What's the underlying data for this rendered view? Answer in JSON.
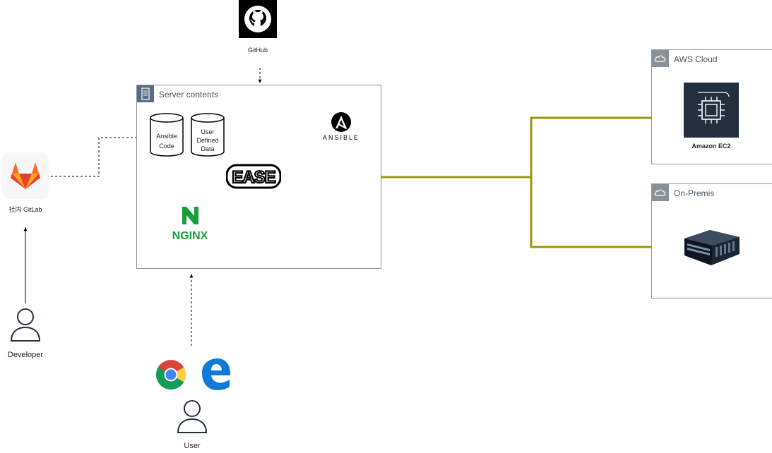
{
  "nodes": {
    "github": {
      "label": "GitHub",
      "icon": "github-icon"
    },
    "gitlab": {
      "label": "社内 GitLab",
      "icon": "gitlab-icon"
    },
    "developer": {
      "label": "Developer",
      "icon": "user-icon"
    },
    "user": {
      "label": "User",
      "icon": "user-icon"
    },
    "ansible_code": {
      "line1": "Ansible",
      "line2": "Code",
      "icon": "database-icon"
    },
    "user_defined_data": {
      "line1": "User",
      "line2": "Defined",
      "line3": "Data",
      "icon": "database-icon"
    },
    "ease": {
      "label": "EASE",
      "icon": "ease-logo"
    },
    "ansible": {
      "label": "ANSIBLE",
      "icon": "ansible-icon"
    },
    "nginx": {
      "label": "NGINX",
      "icon": "nginx-logo"
    },
    "ec2": {
      "label": "Amazon EC2",
      "icon": "ec2-icon"
    },
    "onprem_server": {
      "icon": "server-icon"
    },
    "chrome": {
      "icon": "chrome-icon"
    },
    "edge": {
      "icon": "edge-icon"
    }
  },
  "groups": {
    "server_contents": {
      "title": "Server contents",
      "icon": "server-rack-icon"
    },
    "aws_cloud": {
      "title": "AWS Cloud",
      "icon": "cloud-icon"
    },
    "on_premis": {
      "title": "On-Premis",
      "icon": "cloud-icon"
    }
  },
  "colors": {
    "deploy_line": "#999900",
    "group_header": "#5a6b86",
    "cloud_header": "#8a9299",
    "ec2_bg": "#232f3e",
    "nginx_green": "#179e39",
    "gitlab_orange": "#e24329"
  }
}
